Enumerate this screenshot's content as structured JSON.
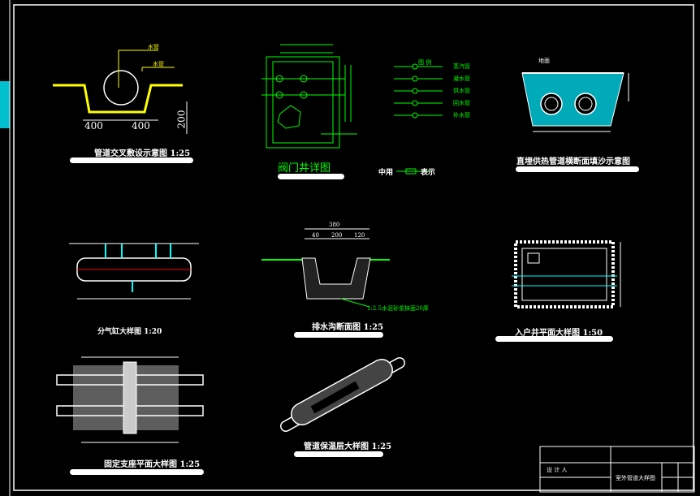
{
  "drawings": {
    "pipe_crossing": {
      "title": "管道交叉敷设示意图 1:25",
      "labels": {
        "upper": "水管",
        "lower": "水管"
      },
      "dims": [
        "400",
        "400",
        "200"
      ]
    },
    "valve_well": {
      "title": "阀门井详图"
    },
    "legend": {
      "title": "图 例",
      "rows": [
        "蒸汽管",
        "凝水管",
        "供水管",
        "回水管",
        "补水管"
      ]
    },
    "buried_section": {
      "title": "直埋供热管道横断面填沙示意图",
      "labels": {
        "ground": "地面"
      }
    },
    "medium_note": "中用",
    "medium_note_suffix": "表示",
    "sub_cylinder": {
      "title": "分气缸大样图 1:20"
    },
    "drain_trench": {
      "title": "排水沟断面图 1:25",
      "dims": [
        "380",
        "200",
        "120",
        "40"
      ],
      "note": "1:2.5水泥砂浆抹面20厚"
    },
    "entry_well": {
      "title": "入户井平面大样图 1:50"
    },
    "fixed_support": {
      "title": "固定支座平面大样图 1:25"
    },
    "insulation": {
      "title": "管道保温层大样图 1:25"
    },
    "title_block": {
      "designer": "设 计 人",
      "drawing_name": "室外管道大样图"
    }
  }
}
